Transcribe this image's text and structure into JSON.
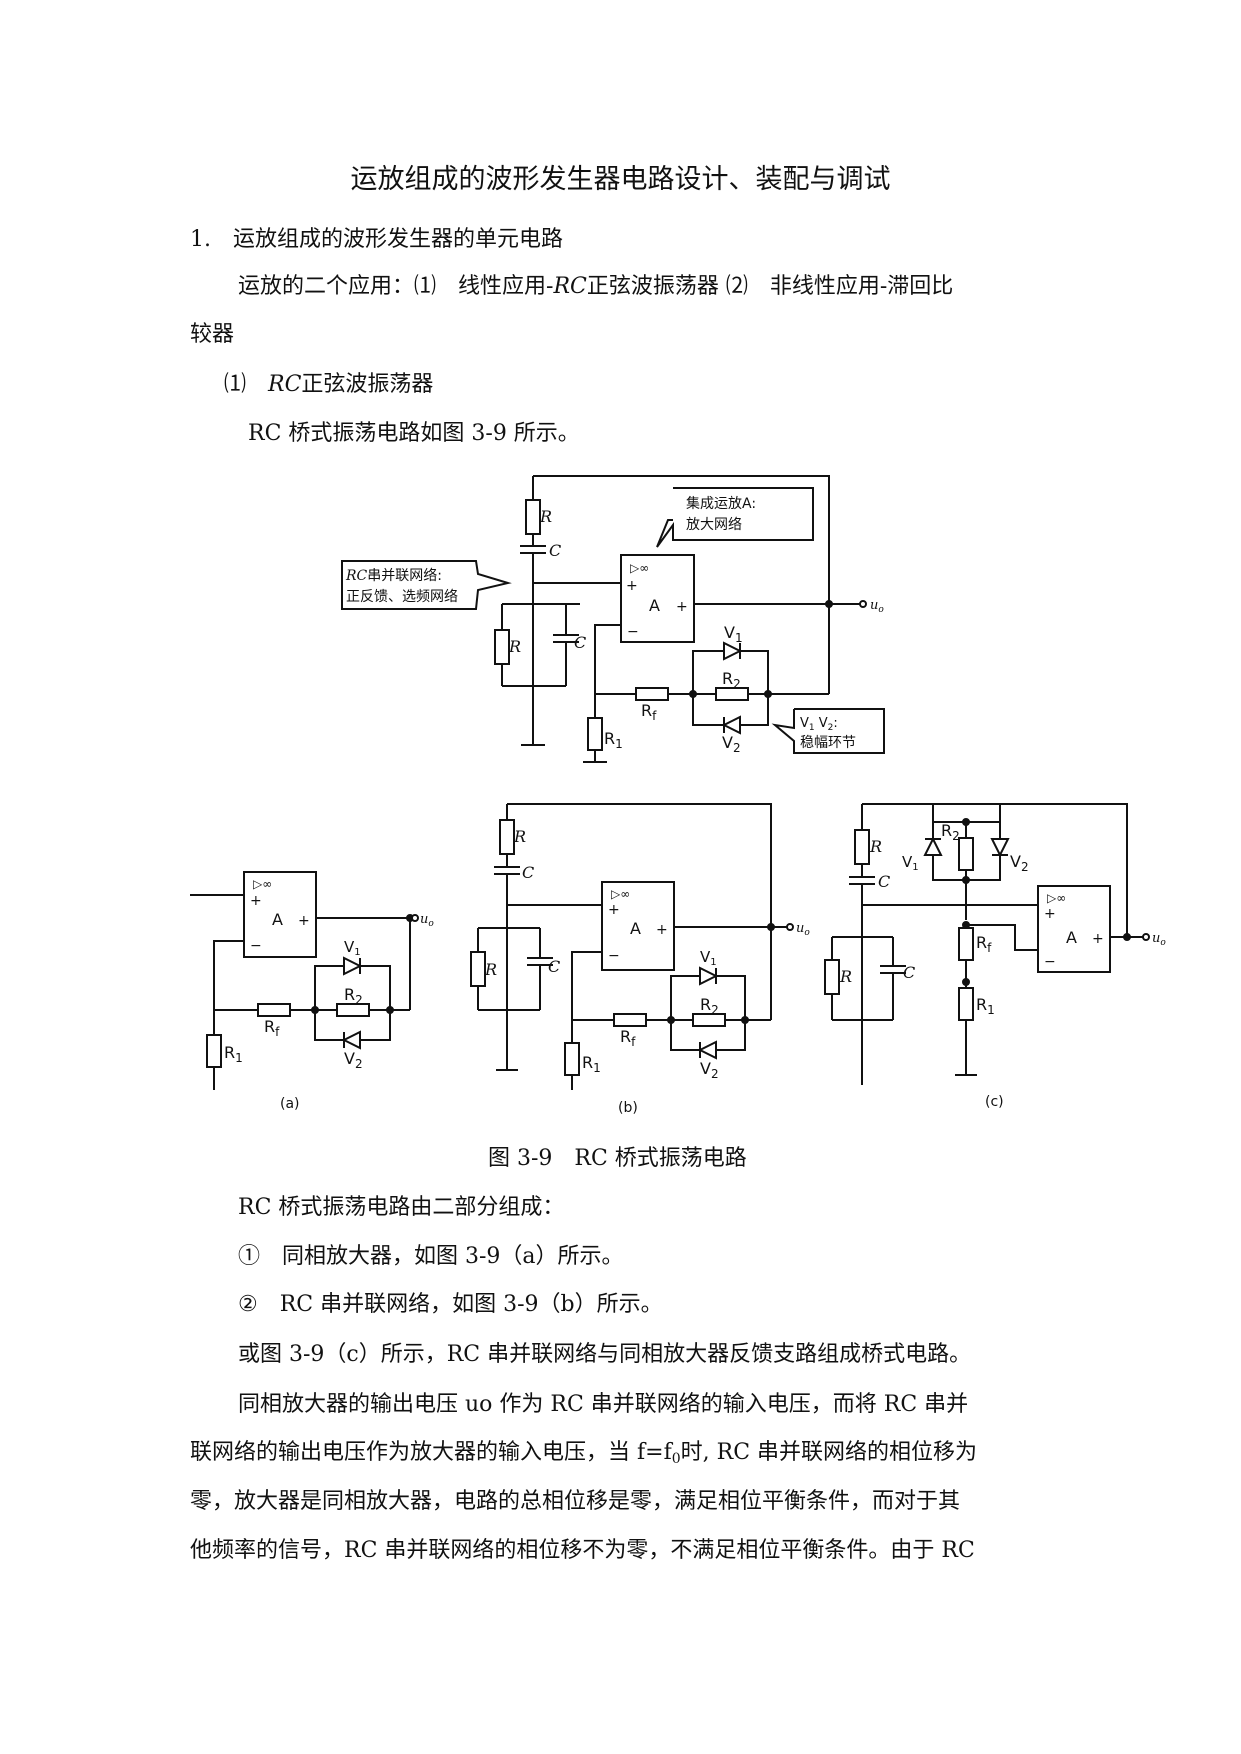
{
  "doc": {
    "title": "运放组成的波形发生器电路设计、装配与调试",
    "section1": "1.　运放组成的波形发生器的单元电路",
    "para_apps_a": "运放的二个应用：⑴　线性应用-",
    "para_apps_rc": "RC",
    "para_apps_b": "正弦波振荡器 ⑵　非线性应用-滞回比",
    "para_apps_c": "较器",
    "sub1_num": "⑴　",
    "sub1_rc": "RC",
    "sub1_rest": "正弦波振荡器",
    "fig_intro": "RC 桥式振荡电路如图 3-9 所示。",
    "fig_caption": "图 3-9　RC 桥式振荡电路",
    "p_parts": "RC 桥式振荡电路由二部分组成：",
    "item1": "①　同相放大器，如图 3-9（a）所示。",
    "item2": "②　RC 串并联网络，如图 3-9（b）所示。",
    "p_or": "或图 3-9（c）所示，RC 串并联网络与同相放大器反馈支路组成桥式电路。",
    "p_long_1": "同相放大器的输出电压 uo 作为 RC 串并联网络的输入电压，而将 RC 串并",
    "p_long_2a": "联网络的输出电压作为放大器的输入电压，当 f=f",
    "p_long_2sub": "0",
    "p_long_2b": "时, RC 串并联网络的相位移为",
    "p_long_3": "零，放大器是同相放大器，电路的总相位移是零，满足相位平衡条件，而对于其",
    "p_long_4": "他频率的信号，RC 串并联网络的相位移不为零，不满足相位平衡条件。由于 RC"
  },
  "fig": {
    "callout_op_1": "集成运放A:",
    "callout_op_2": "放大网络",
    "callout_rc_1a": "RC",
    "callout_rc_1b": "串并联网络:",
    "callout_rc_2": "正反馈、选频网络",
    "callout_v_1": "V",
    "callout_v_1s1": "1",
    "callout_v_1m": " V",
    "callout_v_1s2": "2",
    "callout_v_1e": ":",
    "callout_v_2": "稳幅环节",
    "R": "R",
    "C": "C",
    "A": "A",
    "inf": "▷∞",
    "plus": "+",
    "minus": "−",
    "uo": "u",
    "uo_sub": "o",
    "V": "V",
    "s1": "1",
    "s2": "2",
    "Rf": "R",
    "f": "f",
    "label_a": "(a)",
    "label_b": "(b)",
    "label_c": "(c)"
  }
}
